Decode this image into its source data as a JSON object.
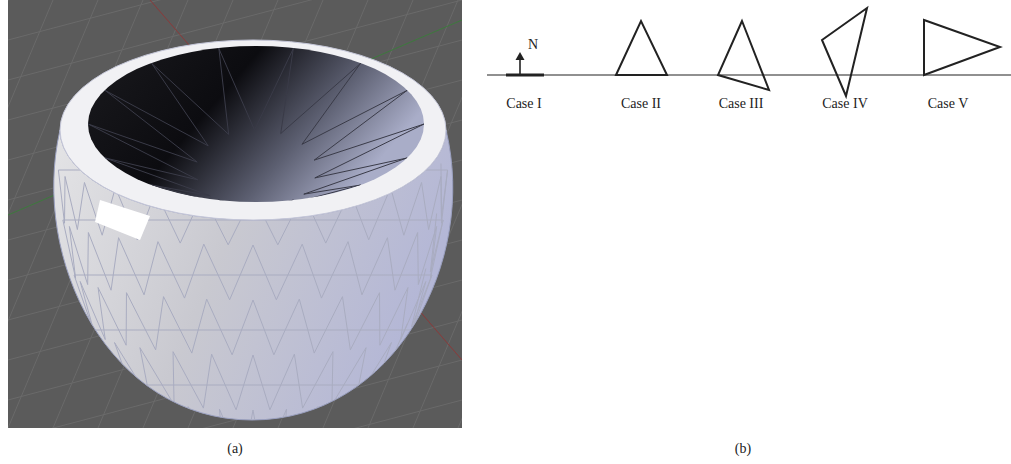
{
  "diagram": {
    "labels": [
      "N",
      "Case I",
      "Case II",
      "Case III",
      "Case IV",
      "Case V",
      "(a)",
      "(b)"
    ]
  }
}
